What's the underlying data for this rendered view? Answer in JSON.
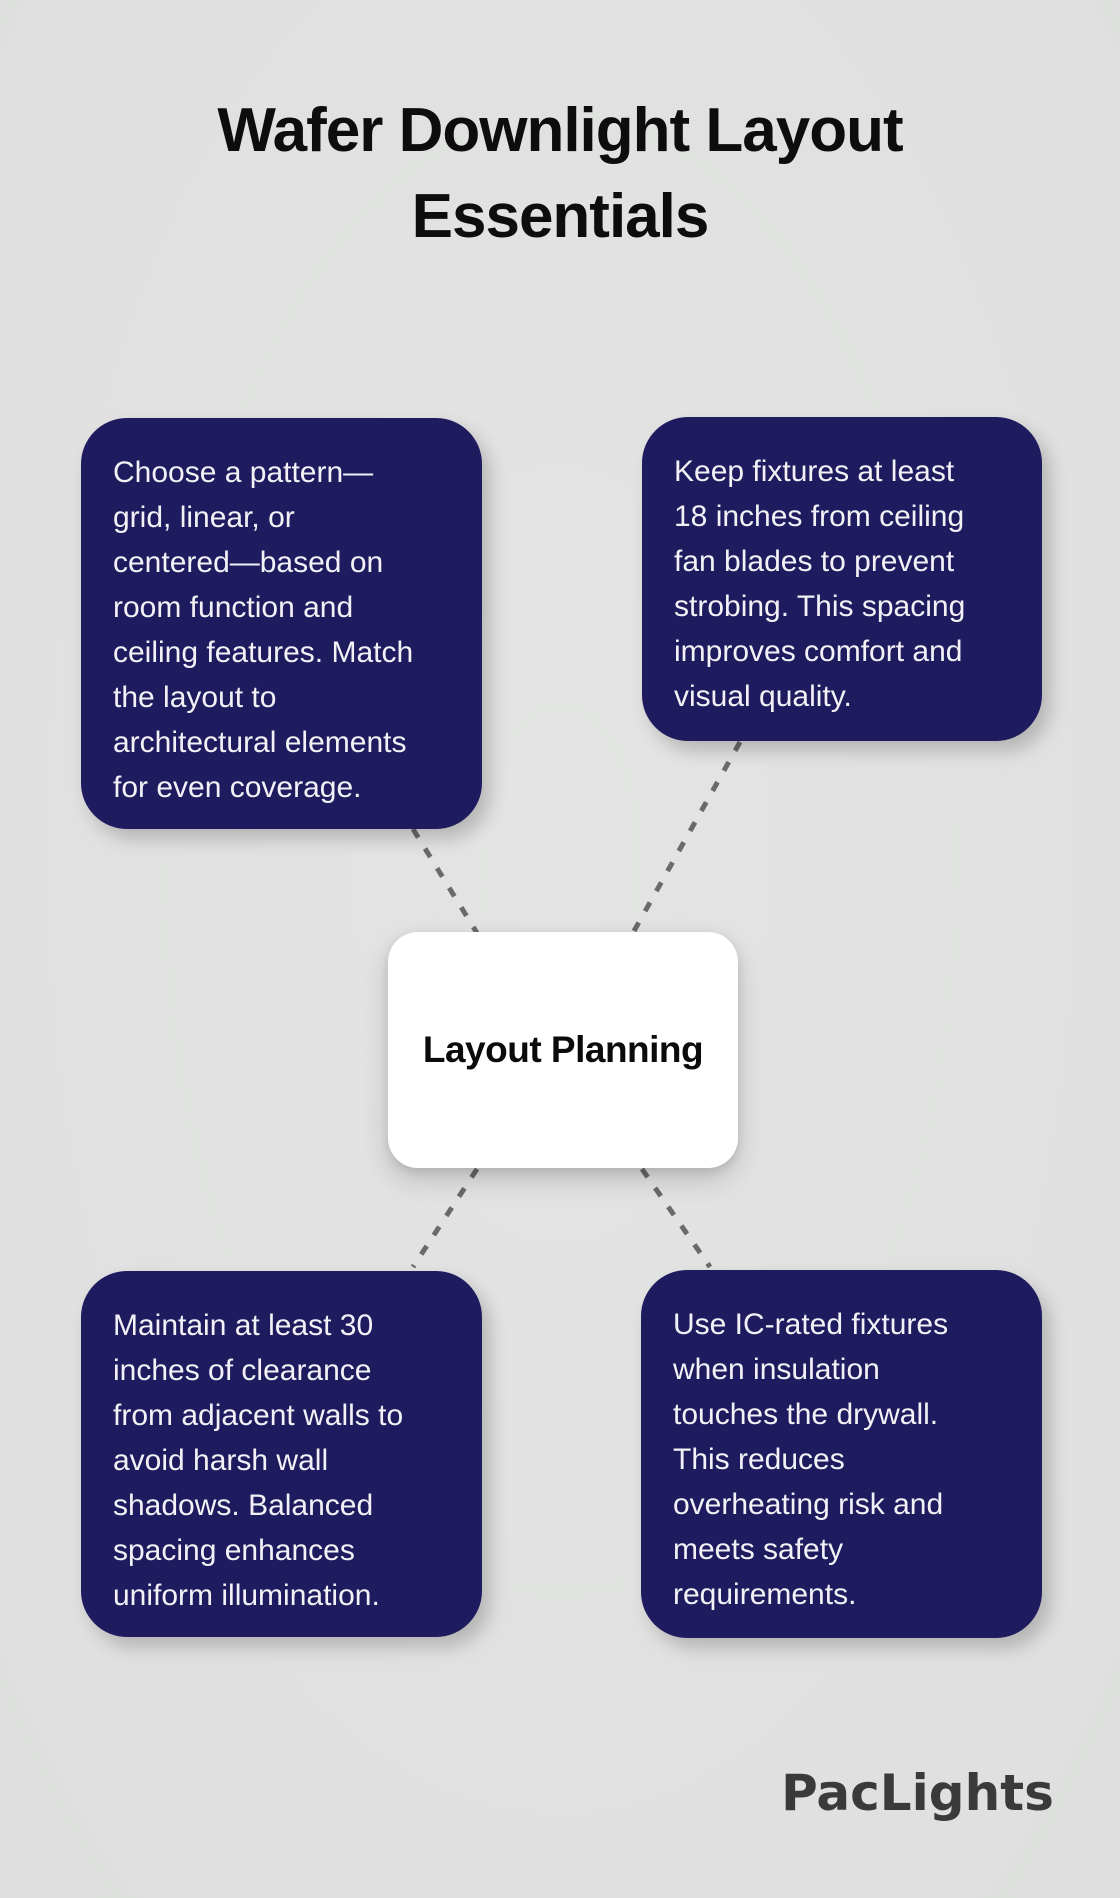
{
  "title": "Wafer Downlight Layout\nEssentials",
  "center": {
    "label": "Layout Planning"
  },
  "cards": [
    {
      "position": "top-left",
      "text": "Choose a pattern—\ngrid, linear, or\ncentered—based on\nroom function and\nceiling features. Match\nthe layout to\narchitectural elements\nfor even coverage."
    },
    {
      "position": "top-right",
      "text": "Keep fixtures at least\n18 inches from ceiling\nfan blades to prevent\nstrobing. This spacing\nimproves comfort and\nvisual quality."
    },
    {
      "position": "bottom-left",
      "text": "Maintain at least 30\ninches of clearance\nfrom adjacent walls to\navoid harsh wall\nshadows. Balanced\nspacing enhances\nuniform illumination."
    },
    {
      "position": "bottom-right",
      "text": "Use IC-rated fixtures\nwhen insulation\ntouches the drywall.\nThis reduces\noverheating risk and\nmeets safety\nrequirements."
    }
  ],
  "logo": "PacLights",
  "colors": {
    "background": "#e0e1e0",
    "card_background": "#1f1b5f",
    "card_text": "#f2f2f6",
    "center_background": "#ffffff",
    "center_text": "#0b0b0b",
    "connector": "#6a6a6a",
    "title_text": "#0d0d0d",
    "logo_text": "#3a3a3a"
  }
}
